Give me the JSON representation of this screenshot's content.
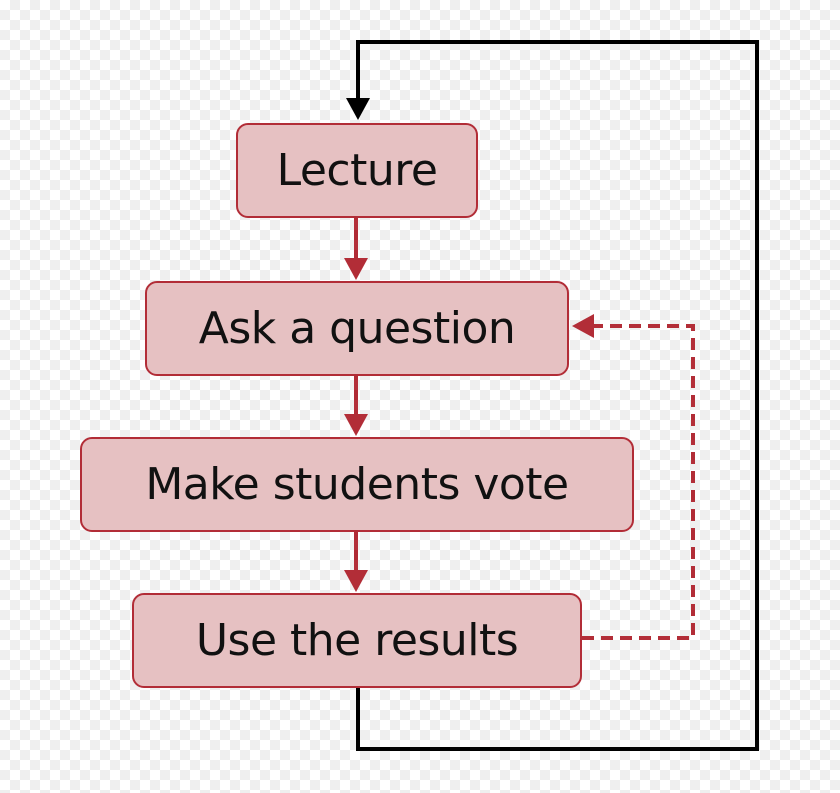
{
  "diagram": {
    "steps": [
      {
        "id": "lecture",
        "label": "Lecture"
      },
      {
        "id": "ask",
        "label": "Ask a question"
      },
      {
        "id": "vote",
        "label": "Make students vote"
      },
      {
        "id": "use",
        "label": "Use the results"
      }
    ],
    "edges": [
      {
        "from": "lecture",
        "to": "ask",
        "style": "solid"
      },
      {
        "from": "ask",
        "to": "vote",
        "style": "solid"
      },
      {
        "from": "vote",
        "to": "use",
        "style": "solid"
      },
      {
        "from": "use",
        "to": "ask",
        "style": "dashed"
      },
      {
        "from": "use",
        "to": "lecture",
        "style": "solid-loop"
      }
    ],
    "colors": {
      "box_fill": "#e6c1c2",
      "box_border": "#b22d37",
      "arrow": "#b22d37",
      "loop": "#000000",
      "text": "#111111"
    }
  }
}
